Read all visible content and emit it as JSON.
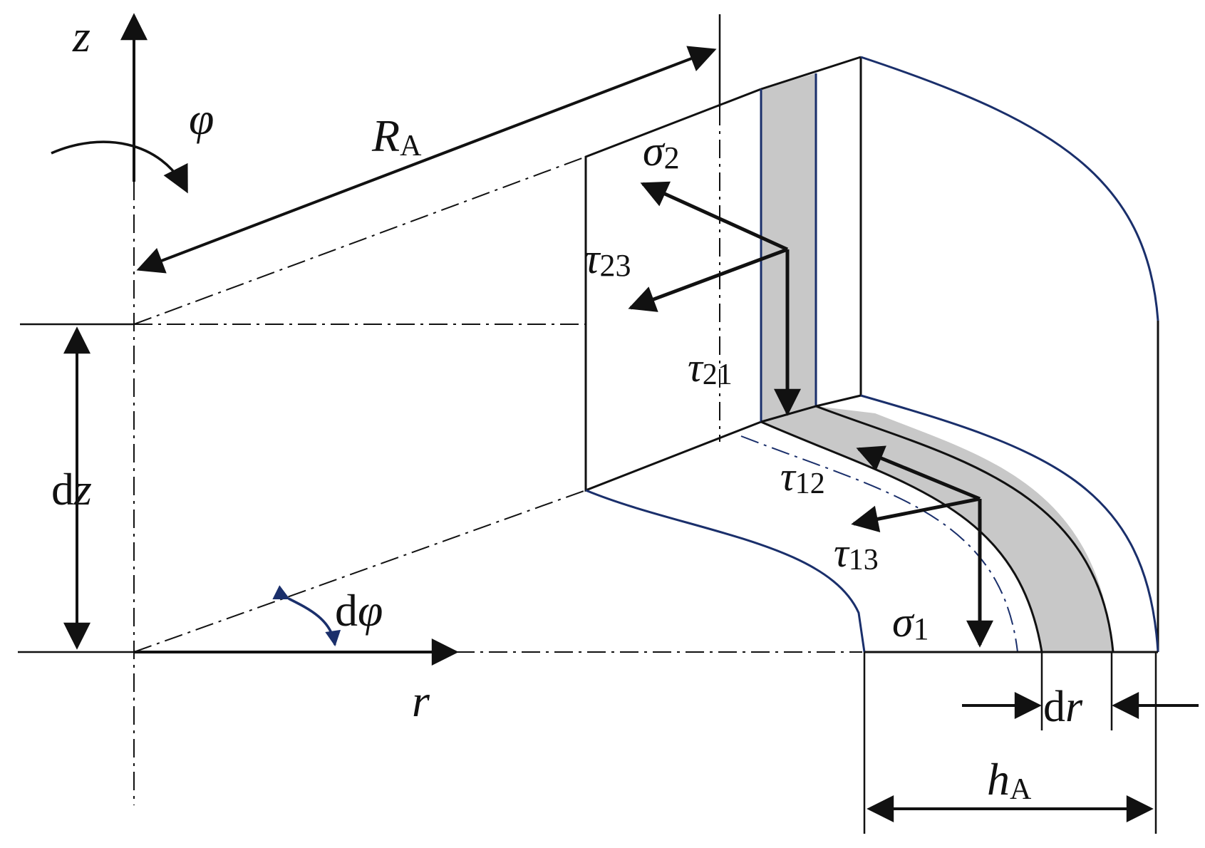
{
  "colors": {
    "ink": "#111111",
    "outline_blue": "#1a2f6b",
    "band_fill": "#c8c8c8",
    "background": "#ffffff"
  },
  "labels": {
    "z": {
      "main": "z",
      "sub": ""
    },
    "phi": {
      "main": "φ",
      "sub": ""
    },
    "RA": {
      "main": "R",
      "sub": "A"
    },
    "sigma2": {
      "main": "σ",
      "sub": "2"
    },
    "tau23": {
      "main": "τ",
      "sub": "23"
    },
    "tau21": {
      "main": "τ",
      "sub": "21"
    },
    "tau12": {
      "main": "τ",
      "sub": "12"
    },
    "tau13": {
      "main": "τ",
      "sub": "13"
    },
    "sigma1": {
      "main": "σ",
      "sub": "1"
    },
    "dz": {
      "pre": "d",
      "main": "z"
    },
    "dphi": {
      "pre": "d",
      "main": "φ"
    },
    "r": {
      "main": "r",
      "sub": ""
    },
    "dr": {
      "pre": "d",
      "main": "r"
    },
    "hA": {
      "main": "h",
      "sub": "A"
    }
  }
}
